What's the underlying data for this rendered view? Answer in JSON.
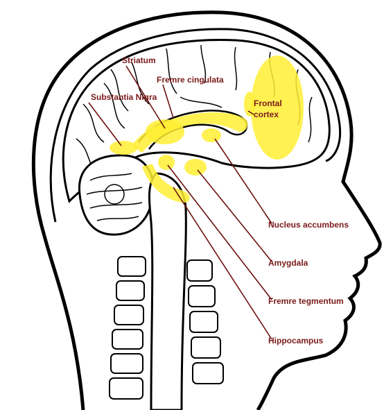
{
  "labels": {
    "striatum": "Striatum",
    "cingulate": "Fremre cingulata",
    "substantia_nigra": "Substantia Nigra",
    "frontal_line1": "Frontal",
    "frontal_line2": "cortex",
    "nucleus_accumbens": "Nucleus accumbens",
    "amygdala": "Amygdala",
    "tegmentum": "Fremre tegmentum",
    "hippocampus": "Hippocampus"
  },
  "colors": {
    "highlight": "#ffee33",
    "leader_line": "#6b1010",
    "label_text": "#7a1a1a",
    "outline": "#000000"
  }
}
